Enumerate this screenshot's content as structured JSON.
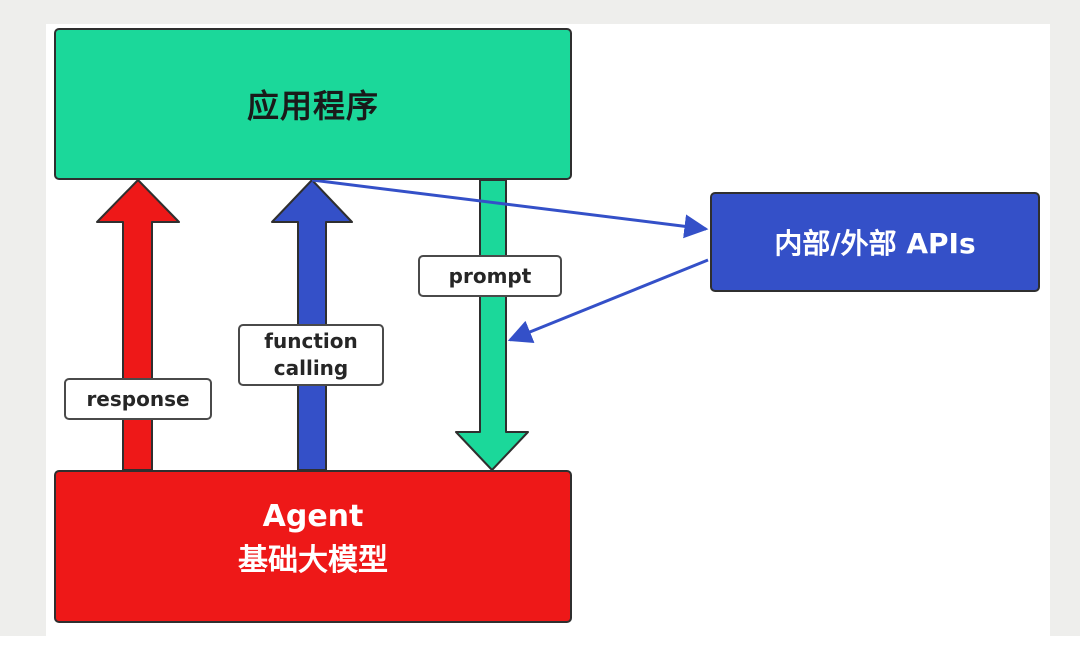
{
  "nodes": {
    "app": "应用程序",
    "agent_line1": "Agent",
    "agent_line2": "基础大模型",
    "apis": "内部/外部 APIs"
  },
  "labels": {
    "response": "response",
    "function_calling_line1": "function",
    "function_calling_line2": "calling",
    "prompt": "prompt"
  },
  "colors": {
    "app": "#1bd89a",
    "agent": "#ee1818",
    "apis": "#3450c8",
    "response_arrow": "#ee1818",
    "function_arrow": "#3450c8",
    "prompt_arrow": "#1bd89a"
  }
}
